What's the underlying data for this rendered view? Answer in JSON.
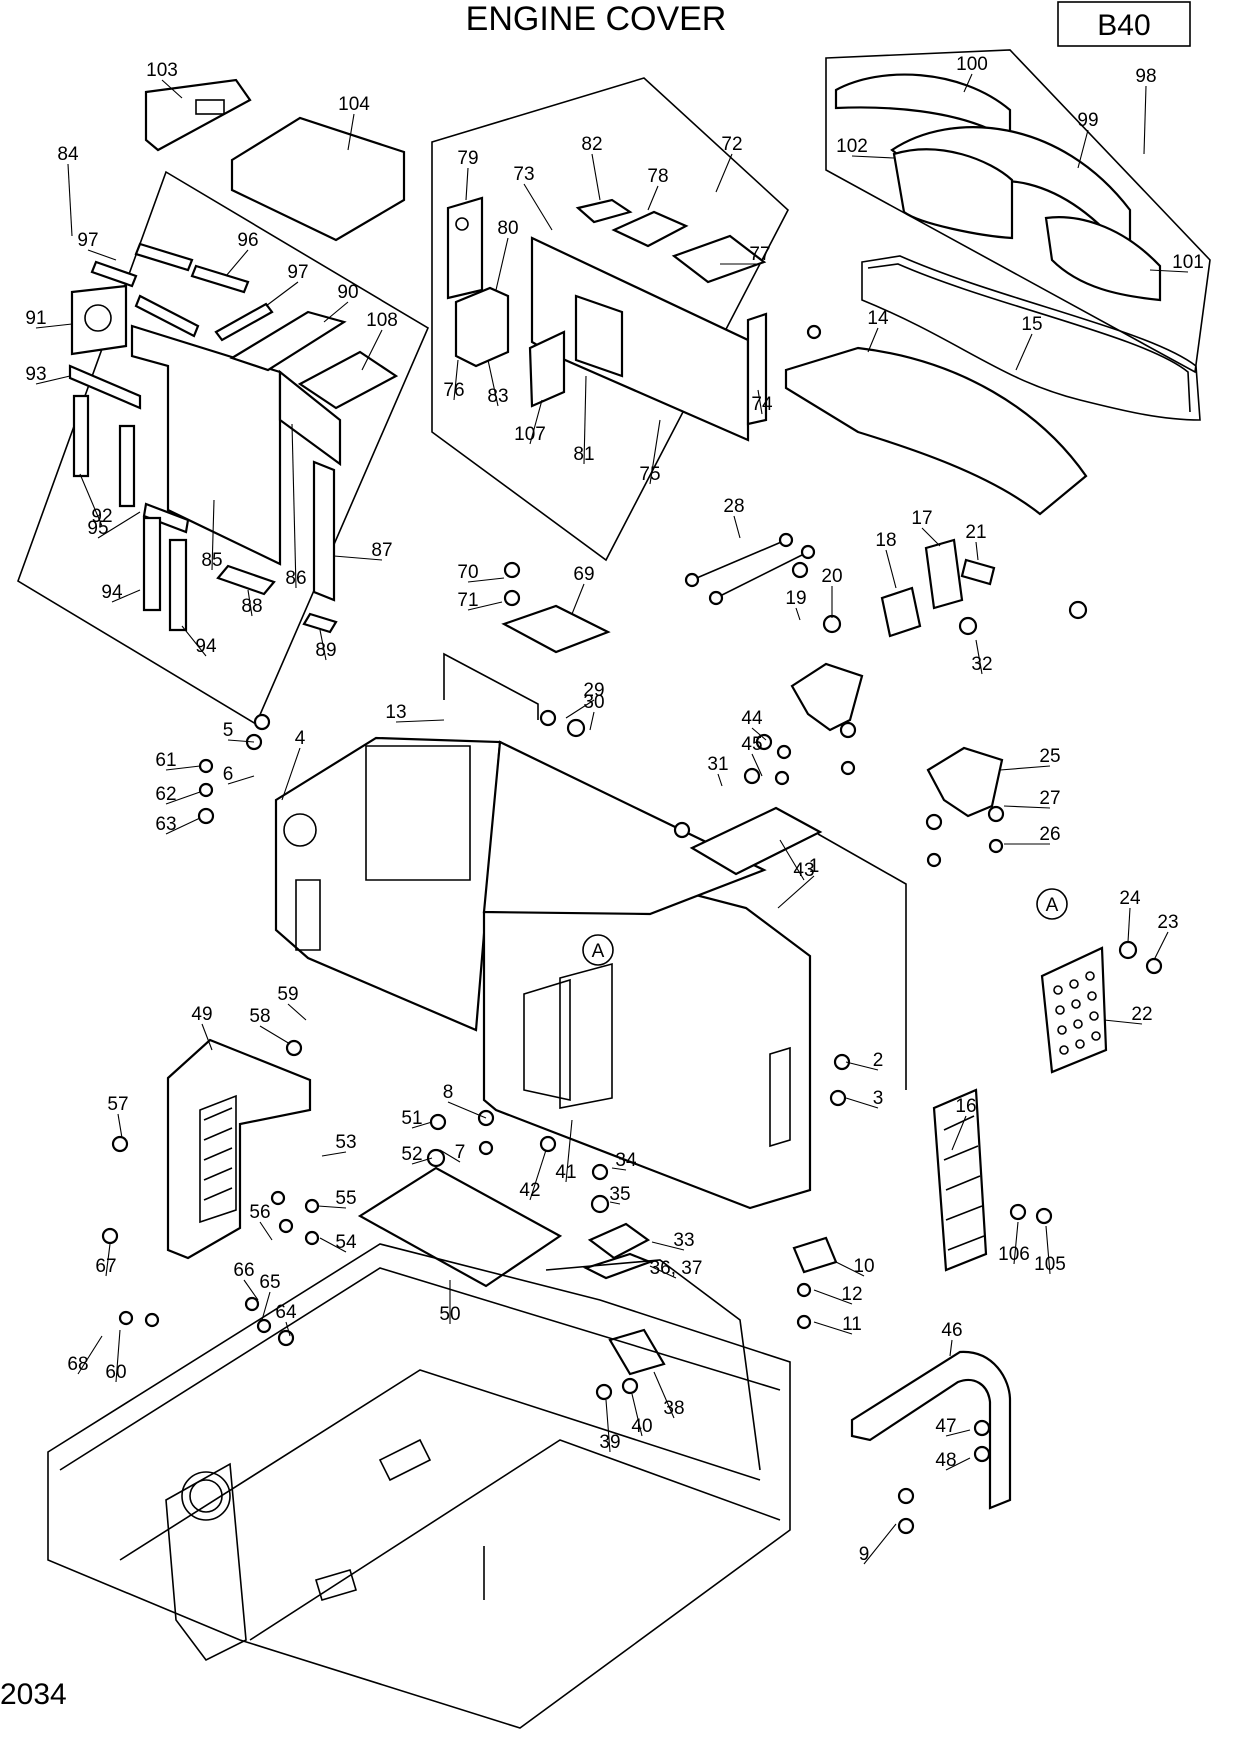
{
  "title": "ENGINE COVER",
  "page_code": "B40",
  "drawing_number": "2034",
  "detail_marker": "A",
  "callouts": [
    "1",
    "2",
    "3",
    "4",
    "5",
    "6",
    "7",
    "8",
    "9",
    "10",
    "11",
    "12",
    "13",
    "14",
    "15",
    "16",
    "17",
    "18",
    "19",
    "20",
    "21",
    "22",
    "23",
    "24",
    "25",
    "26",
    "27",
    "28",
    "29",
    "30",
    "31",
    "32",
    "33",
    "34",
    "35",
    "36, 37",
    "38",
    "39",
    "40",
    "41",
    "42",
    "43",
    "44",
    "45",
    "46",
    "47",
    "48",
    "49",
    "50",
    "51",
    "52",
    "53",
    "54",
    "55",
    "56",
    "57",
    "58",
    "59",
    "60",
    "61",
    "62",
    "63",
    "64",
    "65",
    "66",
    "67",
    "68",
    "69",
    "70",
    "71",
    "72",
    "73",
    "74",
    "75",
    "76",
    "77",
    "78",
    "79",
    "80",
    "81",
    "82",
    "83",
    "84",
    "85",
    "86",
    "87",
    "88",
    "89",
    "90",
    "91",
    "92",
    "93",
    "94",
    "95",
    "96",
    "97",
    "98",
    "99",
    "100",
    "101",
    "102",
    "103",
    "104",
    "105",
    "106",
    "107",
    "108"
  ]
}
